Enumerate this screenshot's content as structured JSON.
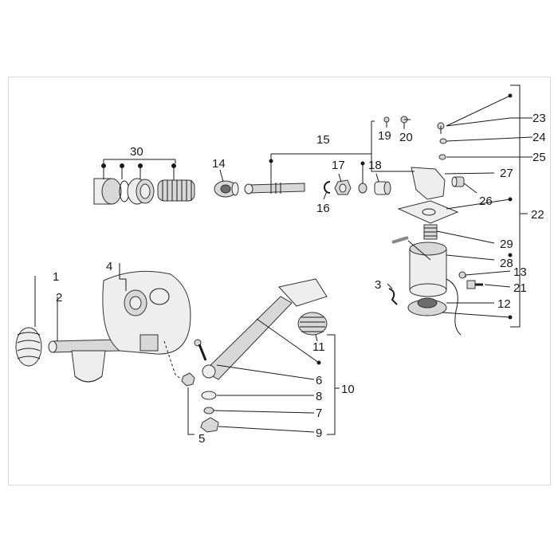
{
  "callouts": [
    "1",
    "2",
    "3",
    "4",
    "5",
    "6",
    "7",
    "8",
    "9",
    "10",
    "11",
    "12",
    "13",
    "14",
    "15",
    "16",
    "17",
    "18",
    "19",
    "20",
    "21",
    "22",
    "23",
    "24",
    "25",
    "26",
    "27",
    "28",
    "29",
    "30"
  ],
  "colors": {
    "line": "#1a1a1a",
    "part_fill": "#d8d8d8",
    "frame": "#d9d9d9"
  }
}
